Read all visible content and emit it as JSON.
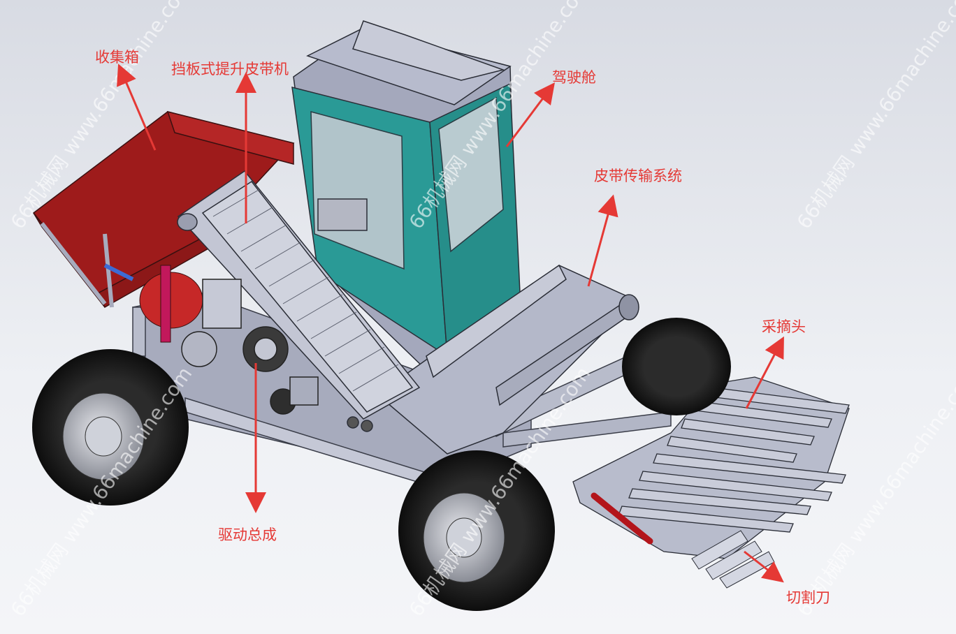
{
  "labels": {
    "collection_box": "收集箱",
    "baffle_belt_lifter": "挡板式提升皮带机",
    "cab": "驾驶舱",
    "belt_transport": "皮带传输系统",
    "picking_head": "采摘头",
    "drive_assembly": "驱动总成",
    "cutter": "切割刀"
  },
  "watermark": "66机械网 www.66machine.com",
  "colors": {
    "label": "#e53935",
    "hopper": "#9e1b1b",
    "cab": "#2a9a96",
    "frame": "#9aa0b4",
    "tire": "#1a1a1a"
  }
}
